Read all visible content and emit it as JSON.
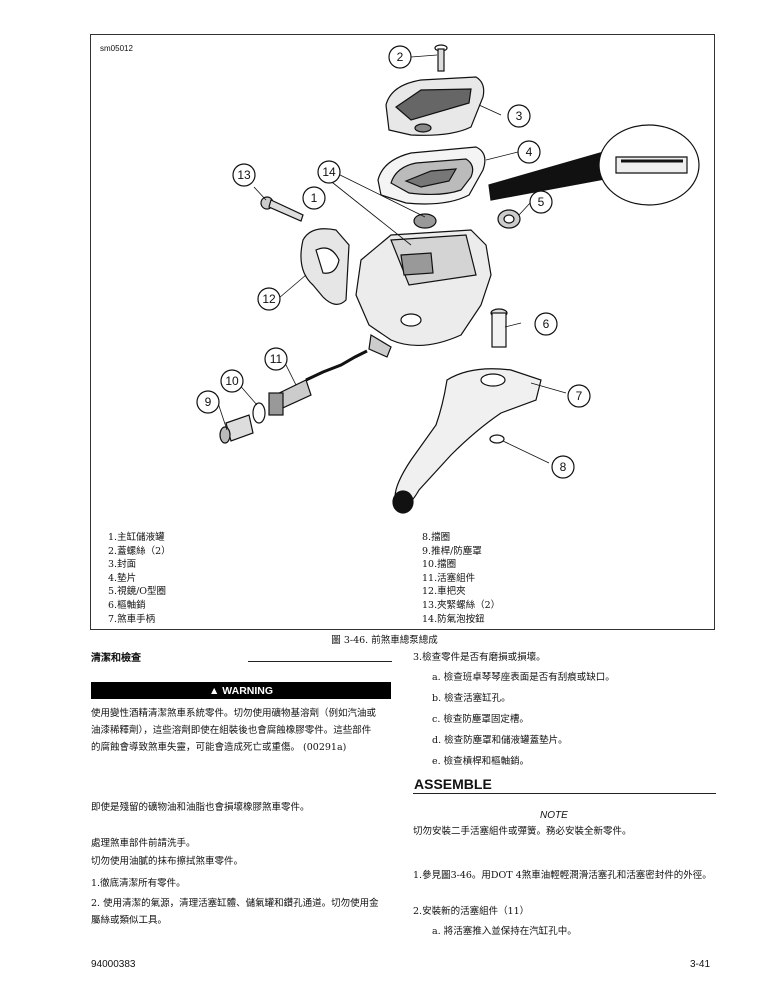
{
  "figure": {
    "code": "sm05012",
    "callouts": [
      "1",
      "2",
      "3",
      "4",
      "5",
      "6",
      "7",
      "8",
      "9",
      "10",
      "11",
      "12",
      "13",
      "14"
    ],
    "legend_left": [
      "1.主缸儲液罐",
      "2.蓋螺絲（2）",
      "3.封面",
      "4.墊片",
      "5.視鏡/O型圈",
      "6.樞軸銷",
      "7.煞車手柄"
    ],
    "legend_right": [
      "8.擋圈",
      "9.推桿/防塵罩",
      "10.擋圈",
      "11.活塞組件",
      "12.車把夾",
      "13.夾緊螺絲（2）",
      "14.防氣泡按鈕"
    ],
    "caption": "圖 3-46. 前煞車總泵總成"
  },
  "left": {
    "heading": "清潔和檢查",
    "warning_label": "▲ WARNING",
    "warning_line1": "使用變性酒精清潔煞車系統零件。切勿使用礦物基溶劑（例如汽油或",
    "warning_line2": "油漆稀釋劑），這些溶劑即使在組裝後也會腐蝕橡膠零件。這些部件",
    "warning_line3": "的腐蝕會導致煞車失靈，可能會造成死亡或重傷。 (00291a)",
    "p1": "即使是殘留的礦物油和油脂也會損壞橡膠煞車零件。",
    "p2": "處理煞車部件前請洗手。",
    "p3": "切勿使用油膩的抹布擦拭煞車零件。",
    "step1": "1.徹底清潔所有零件。",
    "step2_line1": "2. 使用清潔的氣源，清理活塞缸體、儲氣罐和鑽孔通道。切勿使用金",
    "step2_line2": "屬絲或類似工具。"
  },
  "right": {
    "step3": "3.檢查零件是否有磨損或損壞。",
    "items": [
      "a. 檢查班卓琴琴座表面是否有刮痕或缺口。",
      "b. 檢查活塞缸孔。",
      "c. 檢查防塵罩固定槽。",
      "d. 檢查防塵罩和儲液罐蓋墊片。",
      "e. 檢查槓桿和樞軸銷。"
    ],
    "assemble": "ASSEMBLE",
    "note_label": "NOTE",
    "note_text": "切勿安裝二手活塞組件或彈簧。務必安裝全新零件。",
    "a_step1": "1.參見圖3-46。用DOT 4煞車油輕輕潤滑活塞孔和活塞密封件的外徑。",
    "a_step2": "2.安裝新的活塞組件（11）",
    "a_step2a": "a. 將活塞推入並保持在汽缸孔中。"
  },
  "footer": {
    "doc_number": "94000383",
    "page": "3-41"
  }
}
